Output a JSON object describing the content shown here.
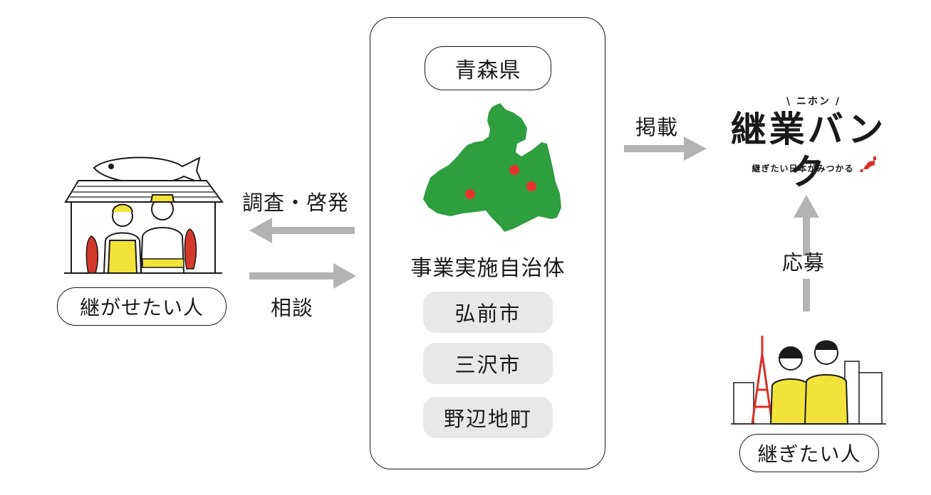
{
  "center": {
    "prefecture": "青森県",
    "caption": "事業実施自治体",
    "municipalities": [
      "弘前市",
      "三沢市",
      "野辺地町"
    ]
  },
  "left": {
    "label": "継がせたい人",
    "arrow_out_label": "調査・啓発",
    "arrow_in_label": "相談"
  },
  "right": {
    "post_label": "掲載",
    "apply_label": "応募",
    "person_label": "継ぎたい人",
    "logo": {
      "kicker": "\\ ニホン /",
      "name": "継業バンク",
      "tagline": "継ぎたい日本がみつかる"
    }
  },
  "colors": {
    "map_green": "#2e9e3e",
    "city_dot": "#e8332c",
    "arrow_gray": "#b3b3b3",
    "shirt_yellow": "#f2e33a",
    "fish_red": "#d33a2c",
    "tower_red": "#d8322a"
  }
}
